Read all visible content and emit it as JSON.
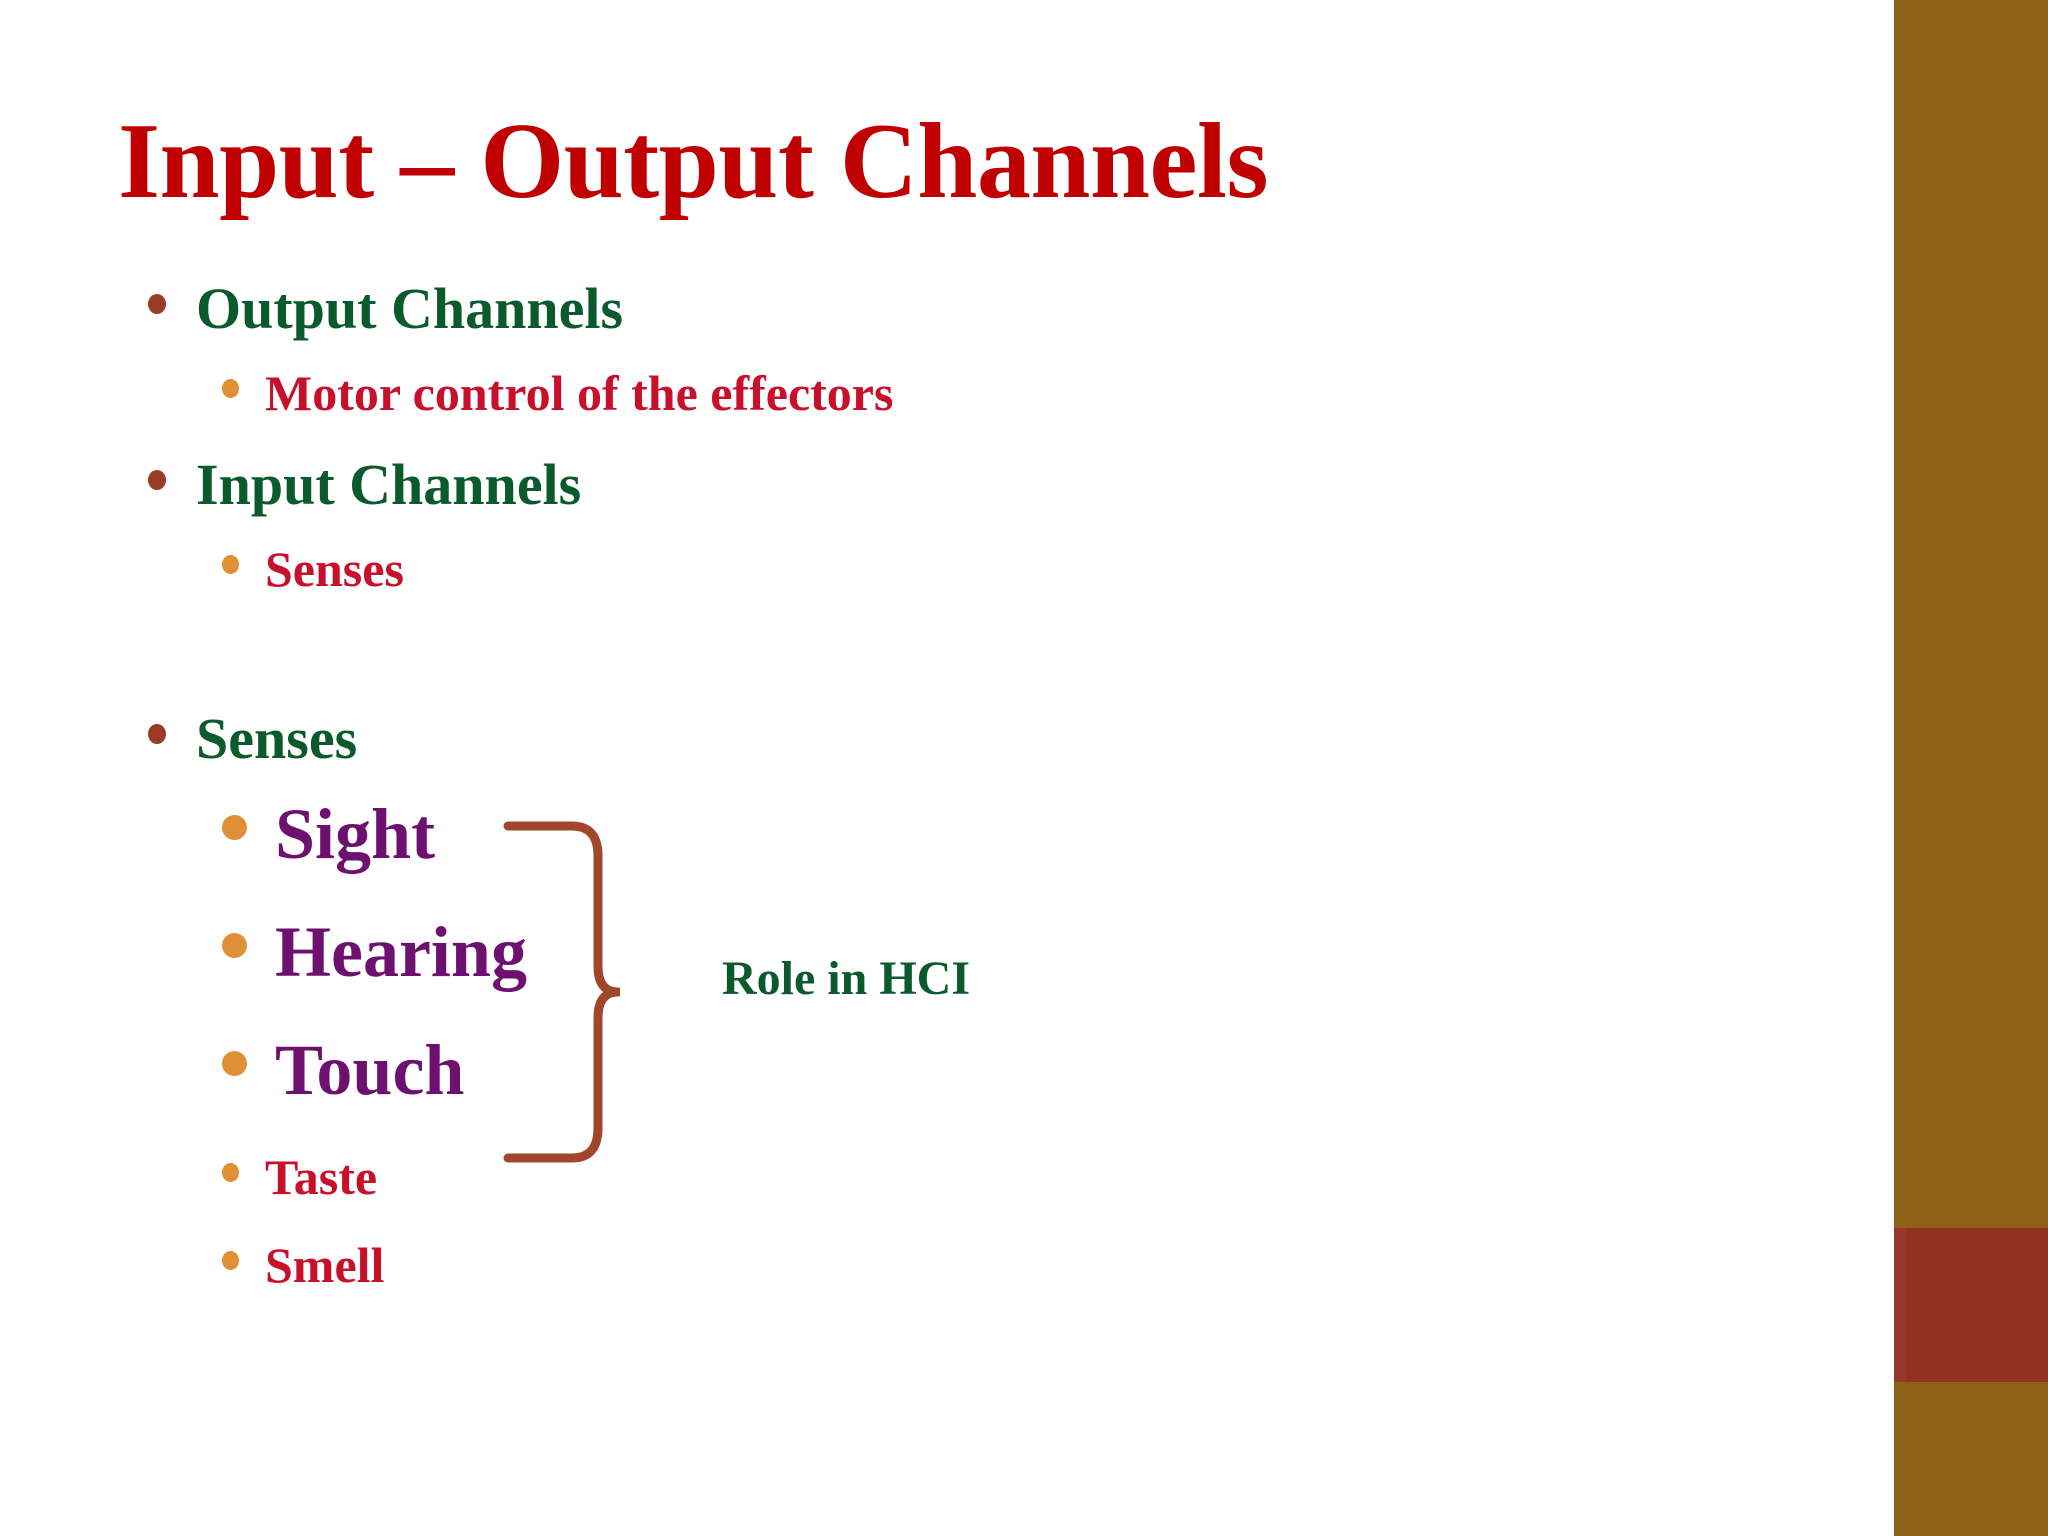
{
  "slide": {
    "title": "Input – Output Channels",
    "title_color": "#C00000",
    "background": "#FFFFFF"
  },
  "theme": {
    "level1_text_color": "#0B5A2D",
    "level1_bullet_color": "#9B3A27",
    "level2_text_color": "#C8102A",
    "level2_bullet_color": "#DF8F35",
    "highlight_text_color": "#6D1070",
    "brace_color": "#A0472A",
    "sidebar_color": "#8C6316",
    "sidebar_accent_color": "#92311F"
  },
  "content": {
    "items": [
      {
        "level": 1,
        "text": "Output Channels"
      },
      {
        "level": 2,
        "text": "Motor control of the effectors"
      },
      {
        "level": 1,
        "text": "Input Channels"
      },
      {
        "level": 2,
        "text": "Senses"
      },
      {
        "level": 1,
        "text": "Senses"
      },
      {
        "level": 2,
        "style": "highlight",
        "text": "Sight"
      },
      {
        "level": 2,
        "style": "highlight",
        "text": "Hearing"
      },
      {
        "level": 2,
        "style": "highlight",
        "text": "Touch"
      },
      {
        "level": 2,
        "text": "Taste"
      },
      {
        "level": 2,
        "text": "Smell"
      }
    ],
    "labels": {
      "item_0": "Output Channels",
      "item_1": "Motor control of the effectors",
      "item_2": "Input Channels",
      "item_3": "Senses",
      "item_4": "Senses",
      "item_5": "Sight",
      "item_6": "Hearing",
      "item_7": "Touch",
      "item_8": "Taste",
      "item_9": "Smell"
    }
  },
  "annotation": {
    "brace_label": "Role in HCI",
    "brace_groups": [
      "Sight",
      "Hearing",
      "Touch"
    ]
  }
}
